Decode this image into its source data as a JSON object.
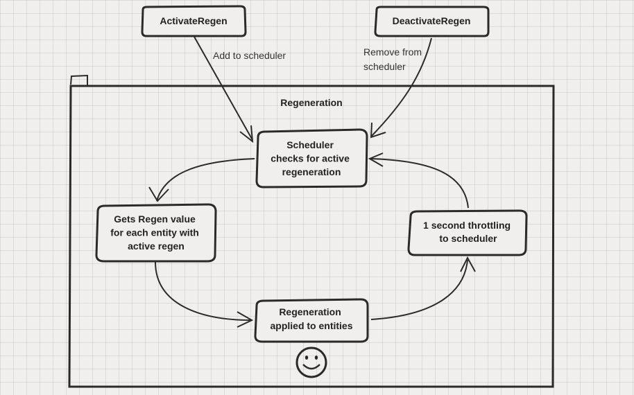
{
  "container": {
    "title": "Regeneration"
  },
  "nodes": {
    "activate": [
      "ActivateRegen"
    ],
    "deactivate": [
      "DeactivateRegen"
    ],
    "scheduler": [
      "Scheduler",
      "checks for active",
      "regeneration"
    ],
    "gets_regen": [
      "Gets Regen value",
      "for each entity with",
      "active regen"
    ],
    "applied": [
      "Regeneration",
      "applied to entities"
    ],
    "throttle": [
      "1 second throttling",
      "to scheduler"
    ]
  },
  "edges": {
    "add": [
      "Add to scheduler"
    ],
    "remove": [
      "Remove from",
      "scheduler"
    ]
  },
  "decoration": {
    "smiley_icon": "smiley-face-icon"
  }
}
